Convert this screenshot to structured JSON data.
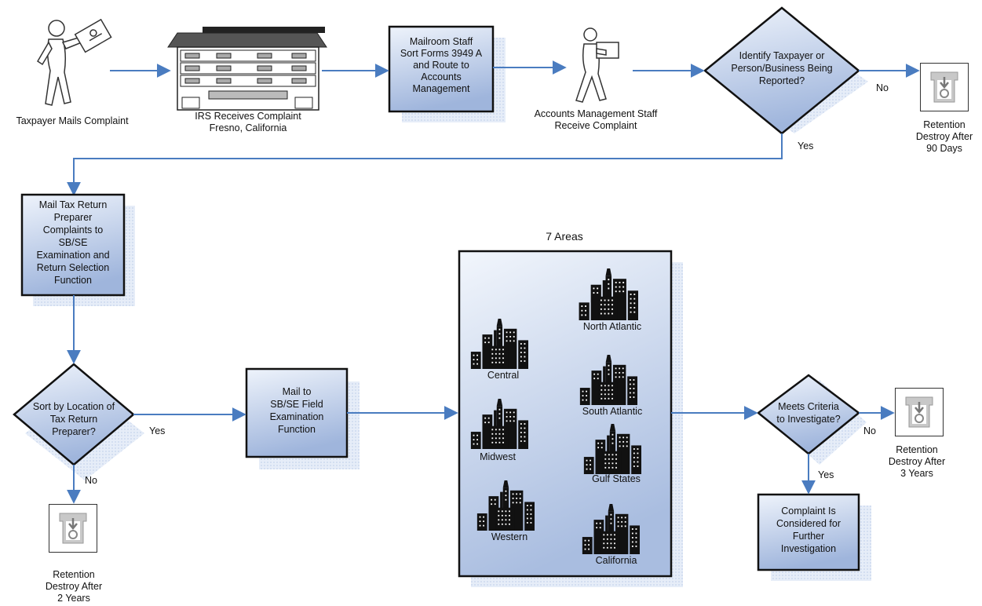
{
  "steps": {
    "taxpayer_mails": "Taxpayer Mails Complaint",
    "irs_receives": [
      "IRS Receives Complaint",
      "Fresno, California"
    ],
    "mailroom_sort": [
      "Mailroom Staff",
      "Sort Forms 3949 A",
      "and Route to",
      "Accounts",
      "Management"
    ],
    "accounts_receive": [
      "Accounts Management Staff",
      "Receive Complaint"
    ],
    "identify_decision": [
      "Identify Taxpayer or",
      "Person/Business Being",
      "Reported?"
    ],
    "mail_to_sbse": [
      "Mail Tax Return",
      "Preparer",
      "Complaints to",
      "SB/SE",
      "Examination and",
      "Return Selection",
      "Function"
    ],
    "sort_decision": [
      "Sort by Location of",
      "Tax Return",
      "Preparer?"
    ],
    "mail_field": [
      "Mail to",
      "SB/SE Field",
      "Examination",
      "Function"
    ],
    "criteria_decision": [
      "Meets Criteria",
      "to Investigate?"
    ],
    "further_investigation": [
      "Complaint Is",
      "Considered for",
      "Further",
      "Investigation"
    ]
  },
  "retention": {
    "days90": [
      "Retention",
      "Destroy After",
      "90 Days"
    ],
    "years2": [
      "Retention",
      "Destroy After",
      "2 Years"
    ],
    "years3": [
      "Retention",
      "Destroy After",
      "3 Years"
    ]
  },
  "edge_labels": {
    "no": "No",
    "yes": "Yes"
  },
  "areas": {
    "title": "7 Areas",
    "north_atlantic": "North Atlantic",
    "central": "Central",
    "south_atlantic": "South Atlantic",
    "midwest": "Midwest",
    "gulf_states": "Gulf States",
    "western": "Western",
    "california": "California"
  },
  "colors": {
    "arrow": "#4a7cc0",
    "box_gradient_top": "#eef3fb",
    "box_gradient_bottom": "#9fb5dc",
    "box_stroke": "#111111",
    "shadow": "#dde6f5"
  },
  "icons": {
    "person": "person-icon",
    "building": "irs-building-icon",
    "city": "city-skyline-icon",
    "retention": "retention-bin-icon"
  }
}
